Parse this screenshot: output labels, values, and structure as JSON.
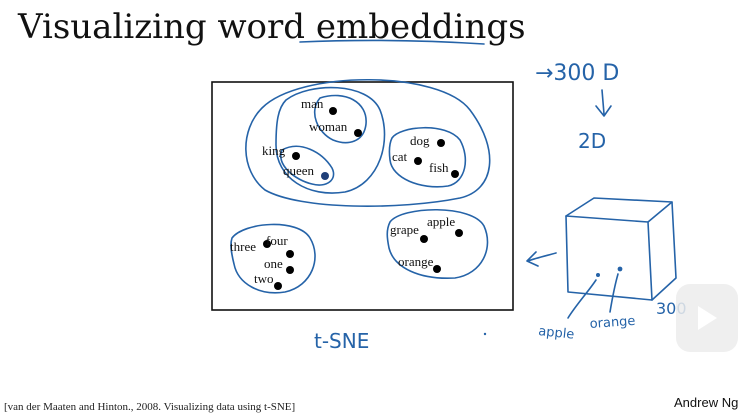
{
  "slide": {
    "title": "Visualizing word embeddings",
    "citation": "[van der Maaten and Hinton., 2008. Visualizing data using t-SNE]",
    "author": "Andrew Ng"
  },
  "annotations": {
    "from_dim": "→300 D",
    "to_dim": "2D",
    "method": "t-SNE",
    "cube_dim": "300",
    "cube_label_apple": "apple",
    "cube_label_orange": "orange"
  },
  "words": [
    {
      "label": "man",
      "point": "man"
    },
    {
      "label": "woman",
      "point": "woman"
    },
    {
      "label": "king",
      "point": "king"
    },
    {
      "label": "queen",
      "point": "queen"
    },
    {
      "label": "dog",
      "point": "dog"
    },
    {
      "label": "cat",
      "point": "cat"
    },
    {
      "label": "fish",
      "point": "fish"
    },
    {
      "label": "apple",
      "point": "apple"
    },
    {
      "label": "grape",
      "point": "grape"
    },
    {
      "label": "orange",
      "point": "orange"
    },
    {
      "label": "three",
      "point": "three"
    },
    {
      "label": "four",
      "point": "four"
    },
    {
      "label": "one",
      "point": "one"
    },
    {
      "label": "two",
      "point": "two"
    }
  ],
  "icons": {
    "watermark": "bilibili-tv-icon"
  },
  "colors": {
    "ink": "#2563a8",
    "text": "#111111"
  }
}
